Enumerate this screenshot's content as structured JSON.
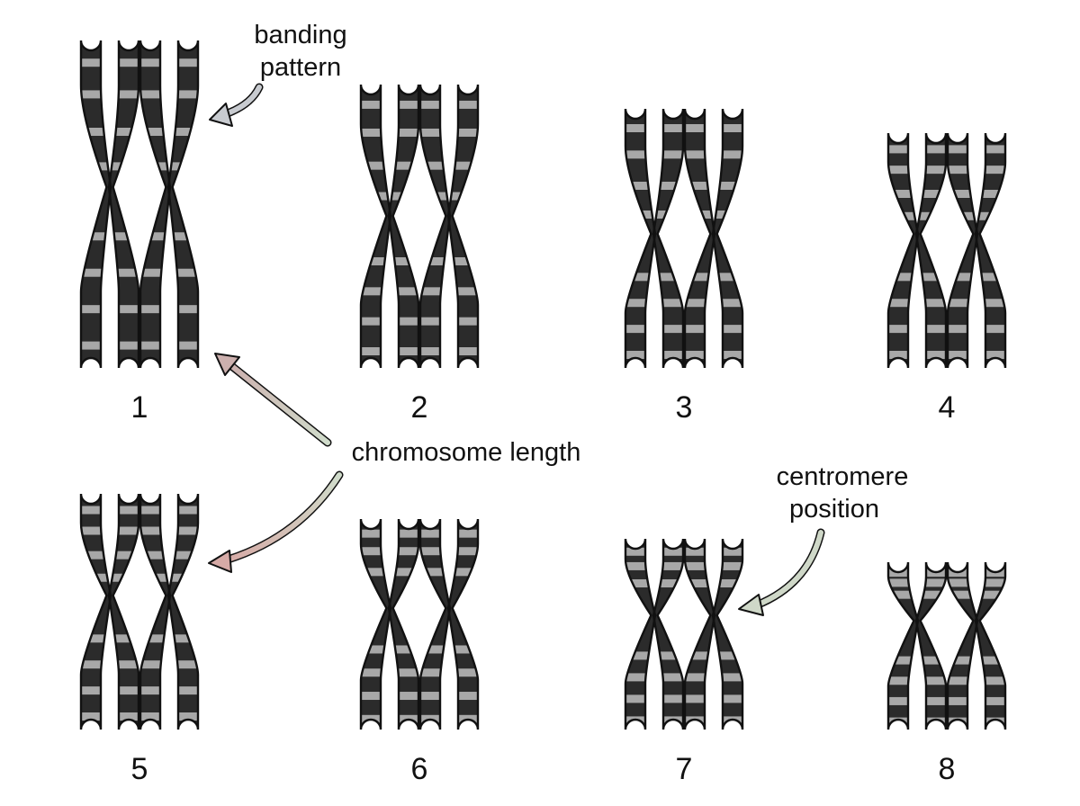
{
  "labels": {
    "banding_pattern": [
      "banding",
      "pattern"
    ],
    "chromosome_length": "chromosome length",
    "centromere_position": [
      "centromere",
      "position"
    ]
  },
  "pairs": [
    {
      "number": "1"
    },
    {
      "number": "2"
    },
    {
      "number": "3"
    },
    {
      "number": "4"
    },
    {
      "number": "5"
    },
    {
      "number": "6"
    },
    {
      "number": "7"
    },
    {
      "number": "8"
    }
  ],
  "colors": {
    "chromatid_outline": "#111111",
    "dark_band": "#2b2b2b",
    "light_band": "#a8a8a8",
    "arrow_banding": "#c8cbd0",
    "arrow_length_top": "#ccb0ae",
    "arrow_length_bottom": "#d6aaa6",
    "arrow_centromere": "#cfd8c8"
  }
}
